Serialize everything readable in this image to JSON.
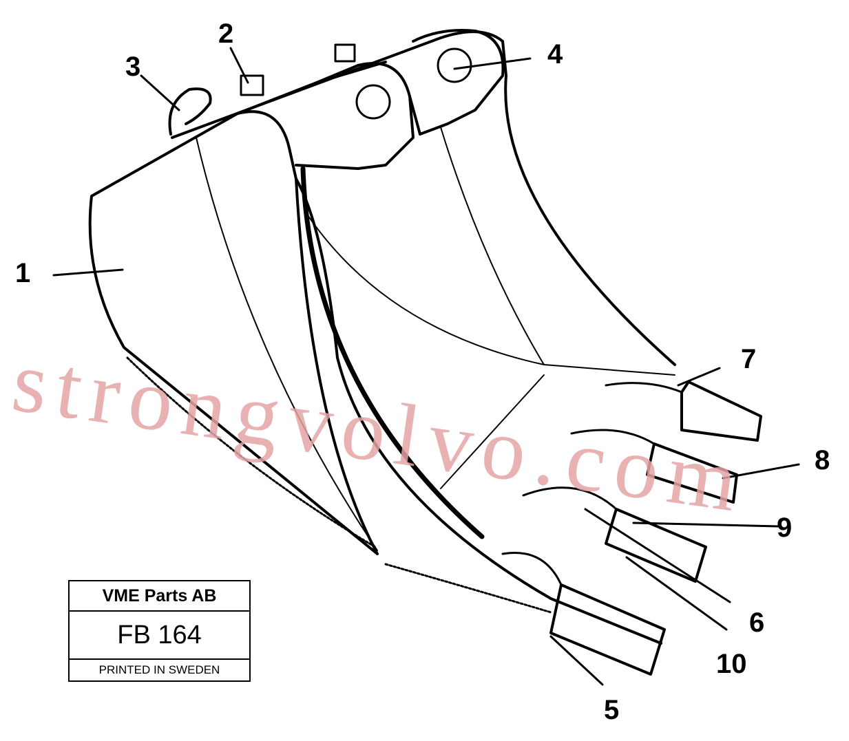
{
  "title_block": {
    "company": "VME Parts AB",
    "document_number": "FB 164",
    "printed": "PRINTED IN SWEDEN"
  },
  "callouts": [
    "1",
    "2",
    "3",
    "4",
    "5",
    "6",
    "7",
    "8",
    "9",
    "10"
  ],
  "watermark": "strongvolvo.com",
  "colors": {
    "line": "#000000",
    "watermark": "#e6a5a5"
  }
}
